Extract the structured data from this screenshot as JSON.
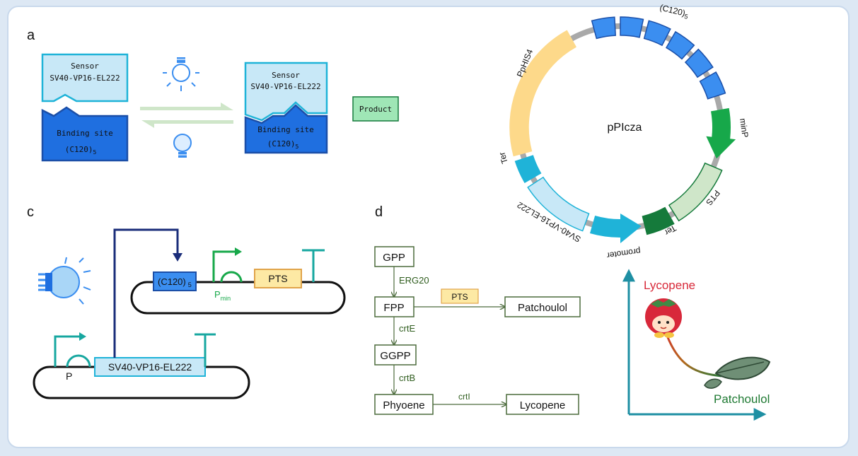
{
  "panel_a": {
    "letter": "a",
    "sensor_title": "Sensor",
    "sensor_name": "SV40-VP16-EL222",
    "binding_label": "Binding site",
    "binding_seq_base": "(C120)",
    "binding_seq_sub": "5",
    "product_label": "Product"
  },
  "plasmid": {
    "name": "pPIcza",
    "labels": {
      "c120": "(C120)",
      "c120_sub": "5",
      "minp": "minP",
      "pts": "PTS",
      "ter_right": "Ter",
      "promoter": "promoter",
      "sensor": "SV40-VP16-EL222",
      "ter_left": "Ter",
      "pphis4": "PpHIS4"
    }
  },
  "panel_c": {
    "letter": "c",
    "c120_base": "(C120)",
    "c120_sub": "5",
    "pmin_base": "P",
    "pmin_sub": "min",
    "pts": "PTS",
    "p_label": "P",
    "sensor_label": "SV40-VP16-EL222"
  },
  "panel_d": {
    "letter": "d",
    "gpp": "GPP",
    "erg20": "ERG20",
    "fpp": "FPP",
    "pts": "PTS",
    "patchoulol": "Patchoulol",
    "crte": "crtE",
    "ggpp": "GGPP",
    "crtb": "crtB",
    "phyoene": "Phyoene",
    "crti": "crtI",
    "lycopene": "Lycopene"
  },
  "tradeoff": {
    "y_label": "Lycopene",
    "x_label": "Patchoulol"
  },
  "colors": {
    "blue": "#3b8ef0",
    "dark_blue": "#1b4fa8",
    "cyan": "#1fb3d8",
    "light_cyan": "#c8e8f7",
    "green": "#17a84a",
    "dark_green": "#157a3b",
    "light_green": "#cfe6c9",
    "yellow": "#fdd98a",
    "teal": "#1e8fa3",
    "navy": "#1a2d7a",
    "red": "#d82a3a",
    "box_green": "#4c6b3c"
  }
}
